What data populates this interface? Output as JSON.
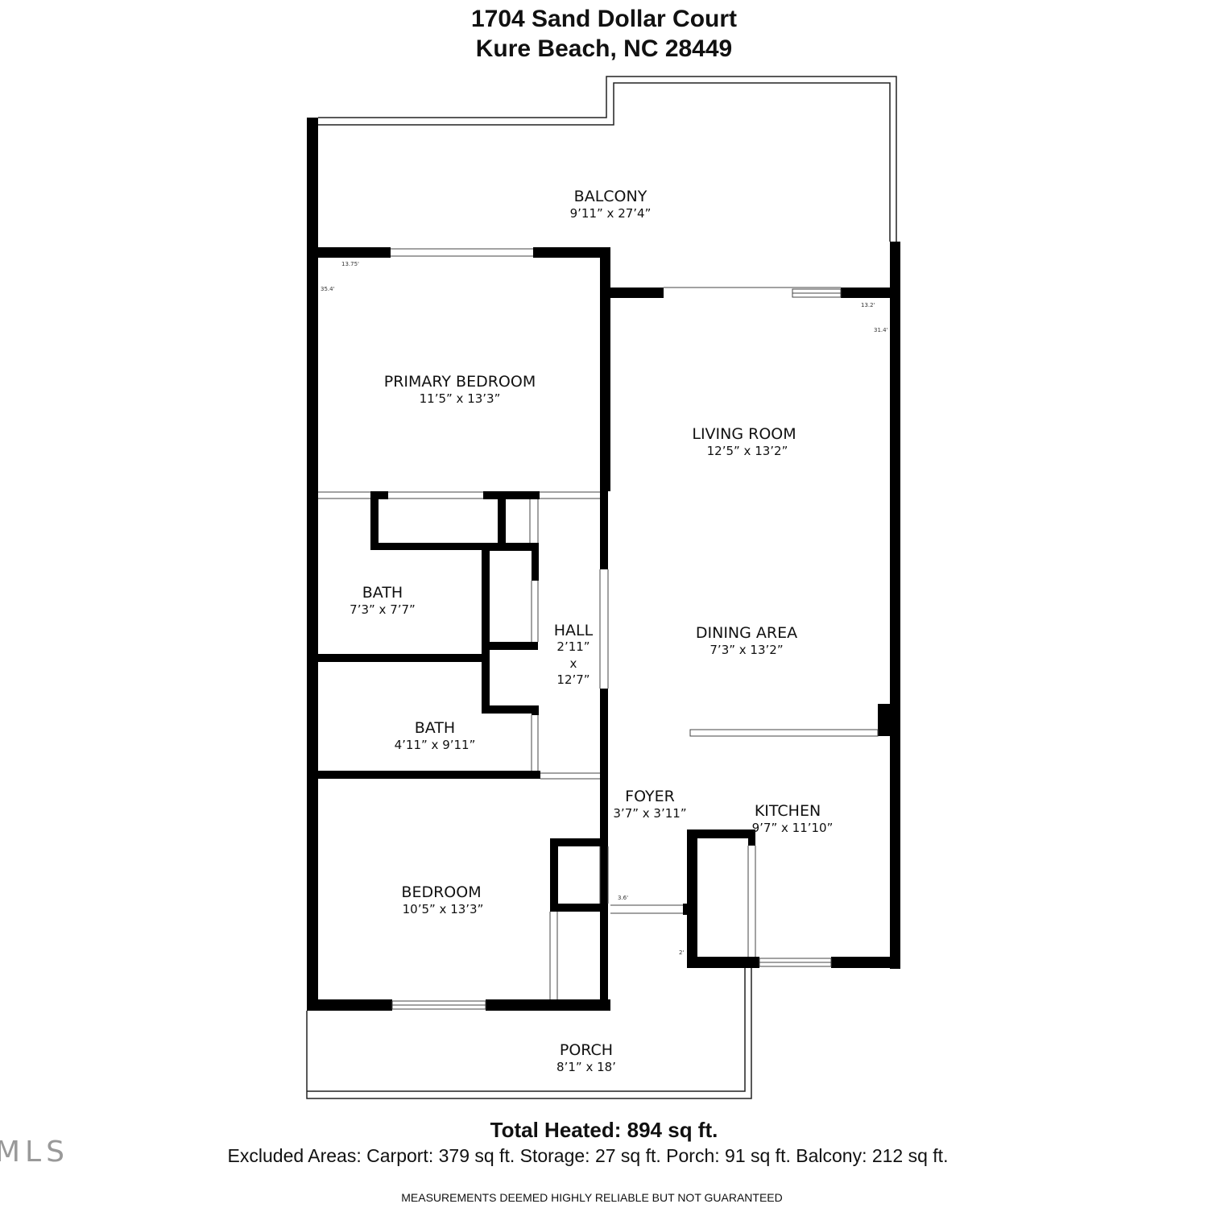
{
  "header": {
    "address_line1": "1704 Sand Dollar Court",
    "address_line2": "Kure Beach, NC 28449"
  },
  "rooms": {
    "balcony": {
      "name": "BALCONY",
      "dims": "9’11” x 27’4”"
    },
    "primary_bedroom": {
      "name": "PRIMARY BEDROOM",
      "dims": "11’5” x 13’3”"
    },
    "living_room": {
      "name": "LIVING ROOM",
      "dims": "12’5” x 13’2”"
    },
    "bath1": {
      "name": "BATH",
      "dims": "7’3” x 7’7”"
    },
    "hall": {
      "name": "HALL",
      "dims_w": "2’11”",
      "dims_x": "x",
      "dims_l": "12’7”"
    },
    "dining_area": {
      "name": "DINING AREA",
      "dims": "7’3” x 13’2”"
    },
    "bath2": {
      "name": "BATH",
      "dims": "4’11” x 9’11”"
    },
    "foyer": {
      "name": "FOYER",
      "dims": "3’7” x 3’11”"
    },
    "kitchen": {
      "name": "KITCHEN",
      "dims": "9’7” x 11’10”"
    },
    "bedroom": {
      "name": "BEDROOM",
      "dims": "10’5” x 13’3”"
    },
    "porch": {
      "name": "PORCH",
      "dims": "8’1” x 18’"
    }
  },
  "annotations": {
    "a1": "13.75'",
    "a2": "35.4'",
    "a3": "13.2'",
    "a4": "31.4'",
    "a5": "3.6'",
    "a6": "2'"
  },
  "footer": {
    "total": "Total Heated: 894 sq ft.",
    "excluded": "Excluded Areas: Carport: 379 sq ft. Storage: 27 sq ft. Porch: 91 sq ft. Balcony: 212 sq ft.",
    "note": "MEASUREMENTS DEEMED HIGHLY RELIABLE BUT NOT GUARANTEED",
    "logo": "MLS"
  }
}
